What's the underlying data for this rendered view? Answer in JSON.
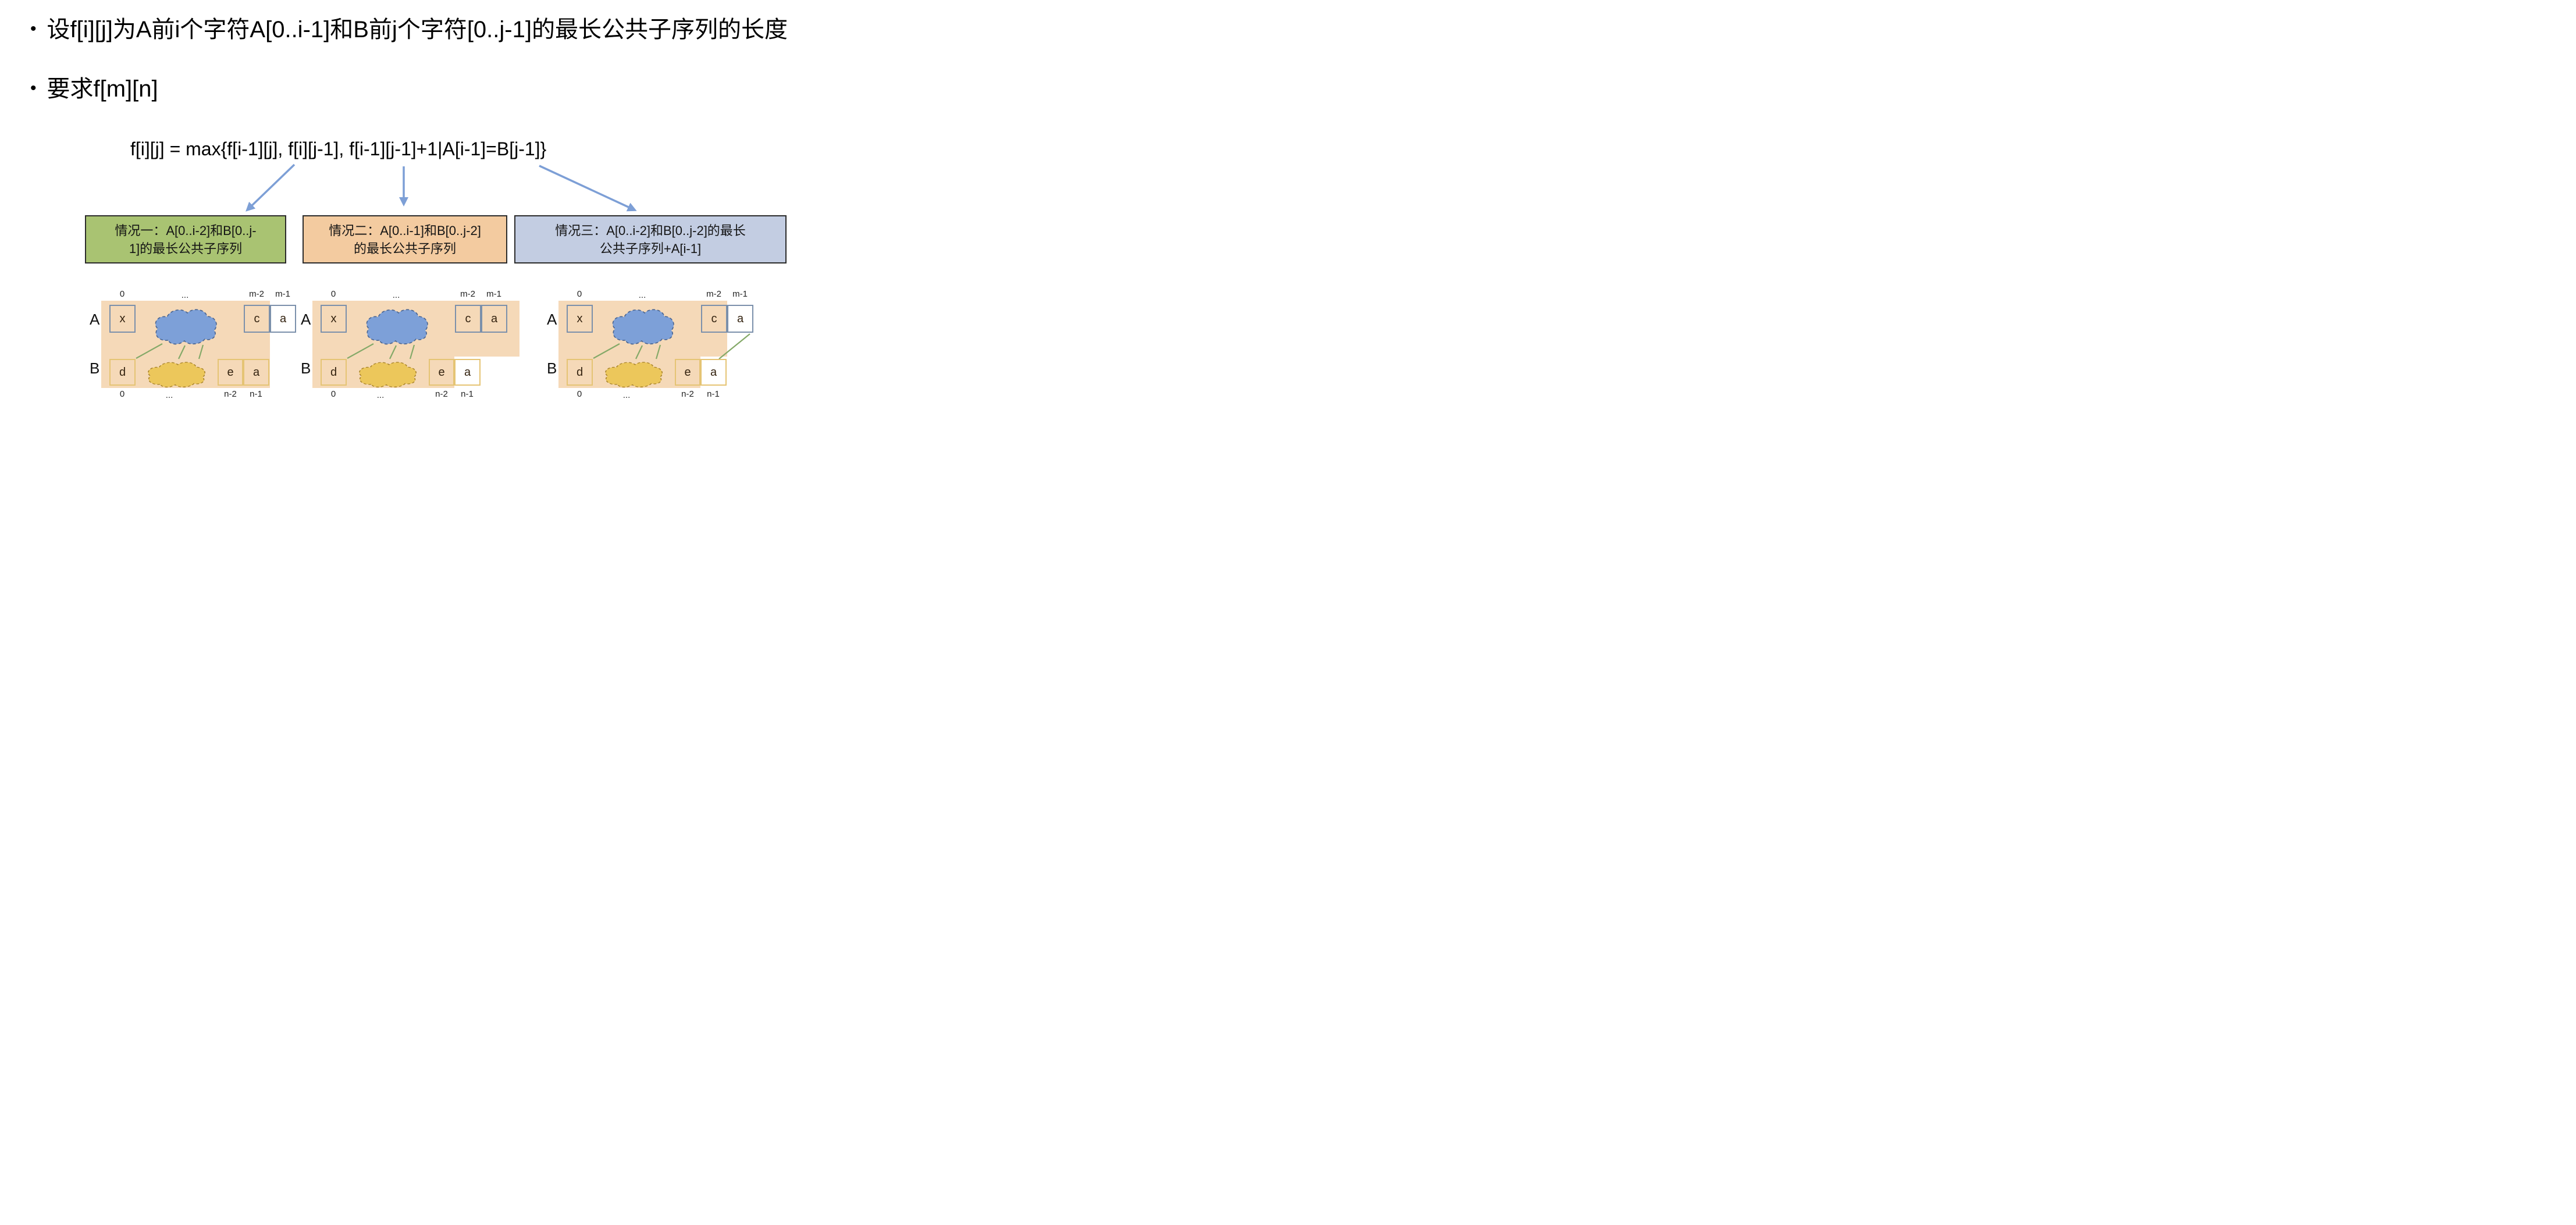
{
  "slide": {
    "bullet_glyph": "•",
    "bullet1": "设f[i][j]为A前i个字符A[0..i-1]和B前j个字符[0..j-1]的最长公共子序列的长度",
    "bullet2": "要求f[m][n]",
    "formula": "f[i][j] = max{f[i-1][j], f[i][j-1], f[i-1][j-1]+1|A[i-1]=B[j-1]}"
  },
  "cases": [
    {
      "name": "情况一",
      "line1": "情况一：A[0..i-2]和B[0..j-",
      "line2": "1]的最长公共子序列",
      "fill": "#a9c372"
    },
    {
      "name": "情况二",
      "line1": "情况二：A[0..i-1]和B[0..j-2]",
      "line2": "的最长公共子序列",
      "fill": "#f3cba0"
    },
    {
      "name": "情况三",
      "line1": "情况三：A[0..i-2]和B[0..j-2]的最长",
      "line2": "公共子序列+A[i-1]",
      "fill": "#c3cde2"
    }
  ],
  "diagrams": [
    {
      "case": "case1",
      "row_a_label": "A",
      "row_b_label": "B",
      "top_labels": [
        "0",
        "...",
        "m-2",
        "m-1"
      ],
      "bottom_labels": [
        "0",
        "...",
        "n-2",
        "n-1"
      ],
      "a_cells": [
        "x",
        "c",
        "a"
      ],
      "b_cells": [
        "d",
        "e",
        "a"
      ]
    },
    {
      "case": "case2",
      "row_a_label": "A",
      "row_b_label": "B",
      "top_labels": [
        "0",
        "...",
        "m-2",
        "m-1"
      ],
      "bottom_labels": [
        "0",
        "...",
        "n-2",
        "n-1"
      ],
      "a_cells": [
        "x",
        "c",
        "a"
      ],
      "b_cells": [
        "d",
        "e",
        "a"
      ]
    },
    {
      "case": "case3",
      "row_a_label": "A",
      "row_b_label": "B",
      "top_labels": [
        "0",
        "...",
        "m-2",
        "m-1"
      ],
      "bottom_labels": [
        "0",
        "...",
        "n-2",
        "n-1"
      ],
      "a_cells": [
        "x",
        "c",
        "a"
      ],
      "b_cells": [
        "d",
        "e",
        "a"
      ]
    }
  ],
  "colors": {
    "highlight": "#f5d9b8",
    "cloud_blue": "#7da0d8",
    "cloud_blue_edge": "#4a648f",
    "cloud_yellow": "#ecc75b",
    "cloud_yellow_edge": "#a8832a",
    "green_line": "#84a968",
    "arrow_blue": "#7d9fd6",
    "a_box_border": "#7b90ab",
    "b_box_border": "#e5c474",
    "case_border": "#2b2b2b",
    "case1_fill": "#a9c372",
    "case2_fill": "#f3cba0",
    "case3_fill": "#c3cde2"
  }
}
